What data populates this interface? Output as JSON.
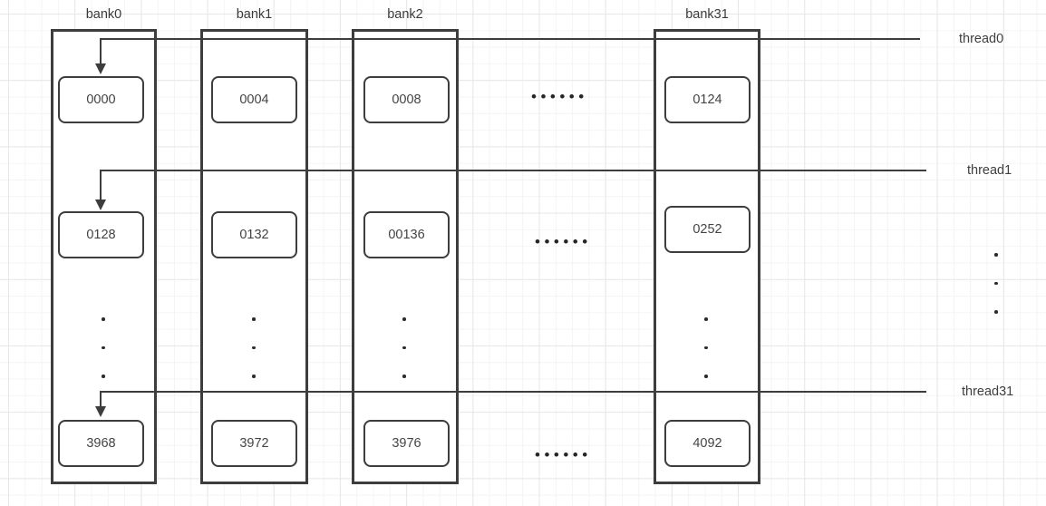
{
  "banks": [
    {
      "label": "bank0",
      "cells": [
        "0000",
        "0128",
        "3968"
      ]
    },
    {
      "label": "bank1",
      "cells": [
        "0004",
        "0132",
        "3972"
      ]
    },
    {
      "label": "bank2",
      "cells": [
        "0008",
        "00136",
        "3976"
      ]
    },
    {
      "label": "bank31",
      "cells": [
        "0124",
        "0252",
        "4092"
      ]
    }
  ],
  "threads": [
    {
      "label": "thread0"
    },
    {
      "label": "thread1"
    },
    {
      "label": "thread31"
    }
  ],
  "ellipsis": {
    "horizontal": "••••••"
  },
  "colors": {
    "stroke": "#3d3d3d",
    "text": "#3f3f3f",
    "background": "#ffffff",
    "grid_minor": "#f4f4f4",
    "grid_major": "#e7e7e7"
  }
}
